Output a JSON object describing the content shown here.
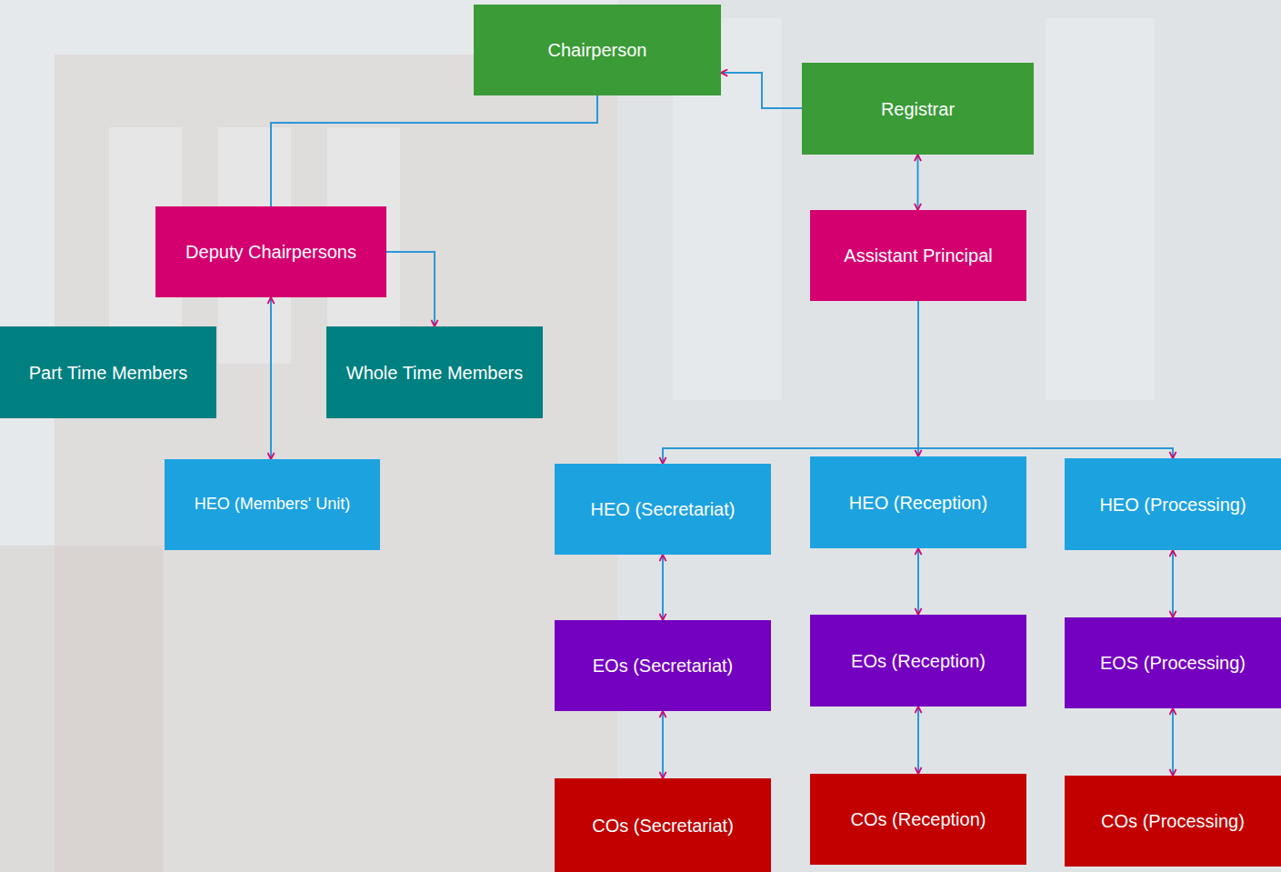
{
  "diagram": {
    "nodes": [
      {
        "text": [
          "Chairperson"
        ]
      },
      {
        "text": [
          "Registrar"
        ]
      },
      {
        "text": [
          "Deputy Chairpersons"
        ]
      },
      {
        "text": [
          "Assistant Principal"
        ]
      },
      {
        "text": [
          "Part Time Members"
        ]
      },
      {
        "text": [
          "Whole Time Members"
        ]
      },
      {
        "text": [
          "HEO (Members' Unit)"
        ]
      },
      {
        "text": [
          "HEO (Secretariat)"
        ]
      },
      {
        "text": [
          "HEO (Reception)"
        ]
      },
      {
        "text": [
          "HEO (Processing)"
        ]
      },
      {
        "text": [
          "EOs (Secretariat)"
        ]
      },
      {
        "text": [
          "EOs (Reception)"
        ]
      },
      {
        "text": [
          "EOS (Processing)"
        ]
      },
      {
        "text": [
          "COs (Secretariat)"
        ]
      },
      {
        "text": [
          "COs (Reception)"
        ]
      },
      {
        "text": [
          "COs (Processing)"
        ]
      }
    ],
    "edges": [
      {
        "from": 1,
        "to": 0,
        "arrow": "to"
      },
      {
        "from": 0,
        "to": 2,
        "arrow": "none"
      },
      {
        "from": 2,
        "to": 5,
        "arrow": "to"
      },
      {
        "from": 2,
        "to": 6,
        "arrow": "both"
      },
      {
        "from": 1,
        "to": 3,
        "arrow": "both"
      },
      {
        "from": 3,
        "to": 7,
        "arrow": "to"
      },
      {
        "from": 3,
        "to": 8,
        "arrow": "to"
      },
      {
        "from": 3,
        "to": 9,
        "arrow": "to"
      },
      {
        "from": 7,
        "to": 10,
        "arrow": "both"
      },
      {
        "from": 8,
        "to": 11,
        "arrow": "both"
      },
      {
        "from": 9,
        "to": 12,
        "arrow": "both"
      },
      {
        "from": 10,
        "to": 13,
        "arrow": "both"
      },
      {
        "from": 11,
        "to": 14,
        "arrow": "both"
      },
      {
        "from": 12,
        "to": 15,
        "arrow": "both"
      }
    ]
  }
}
